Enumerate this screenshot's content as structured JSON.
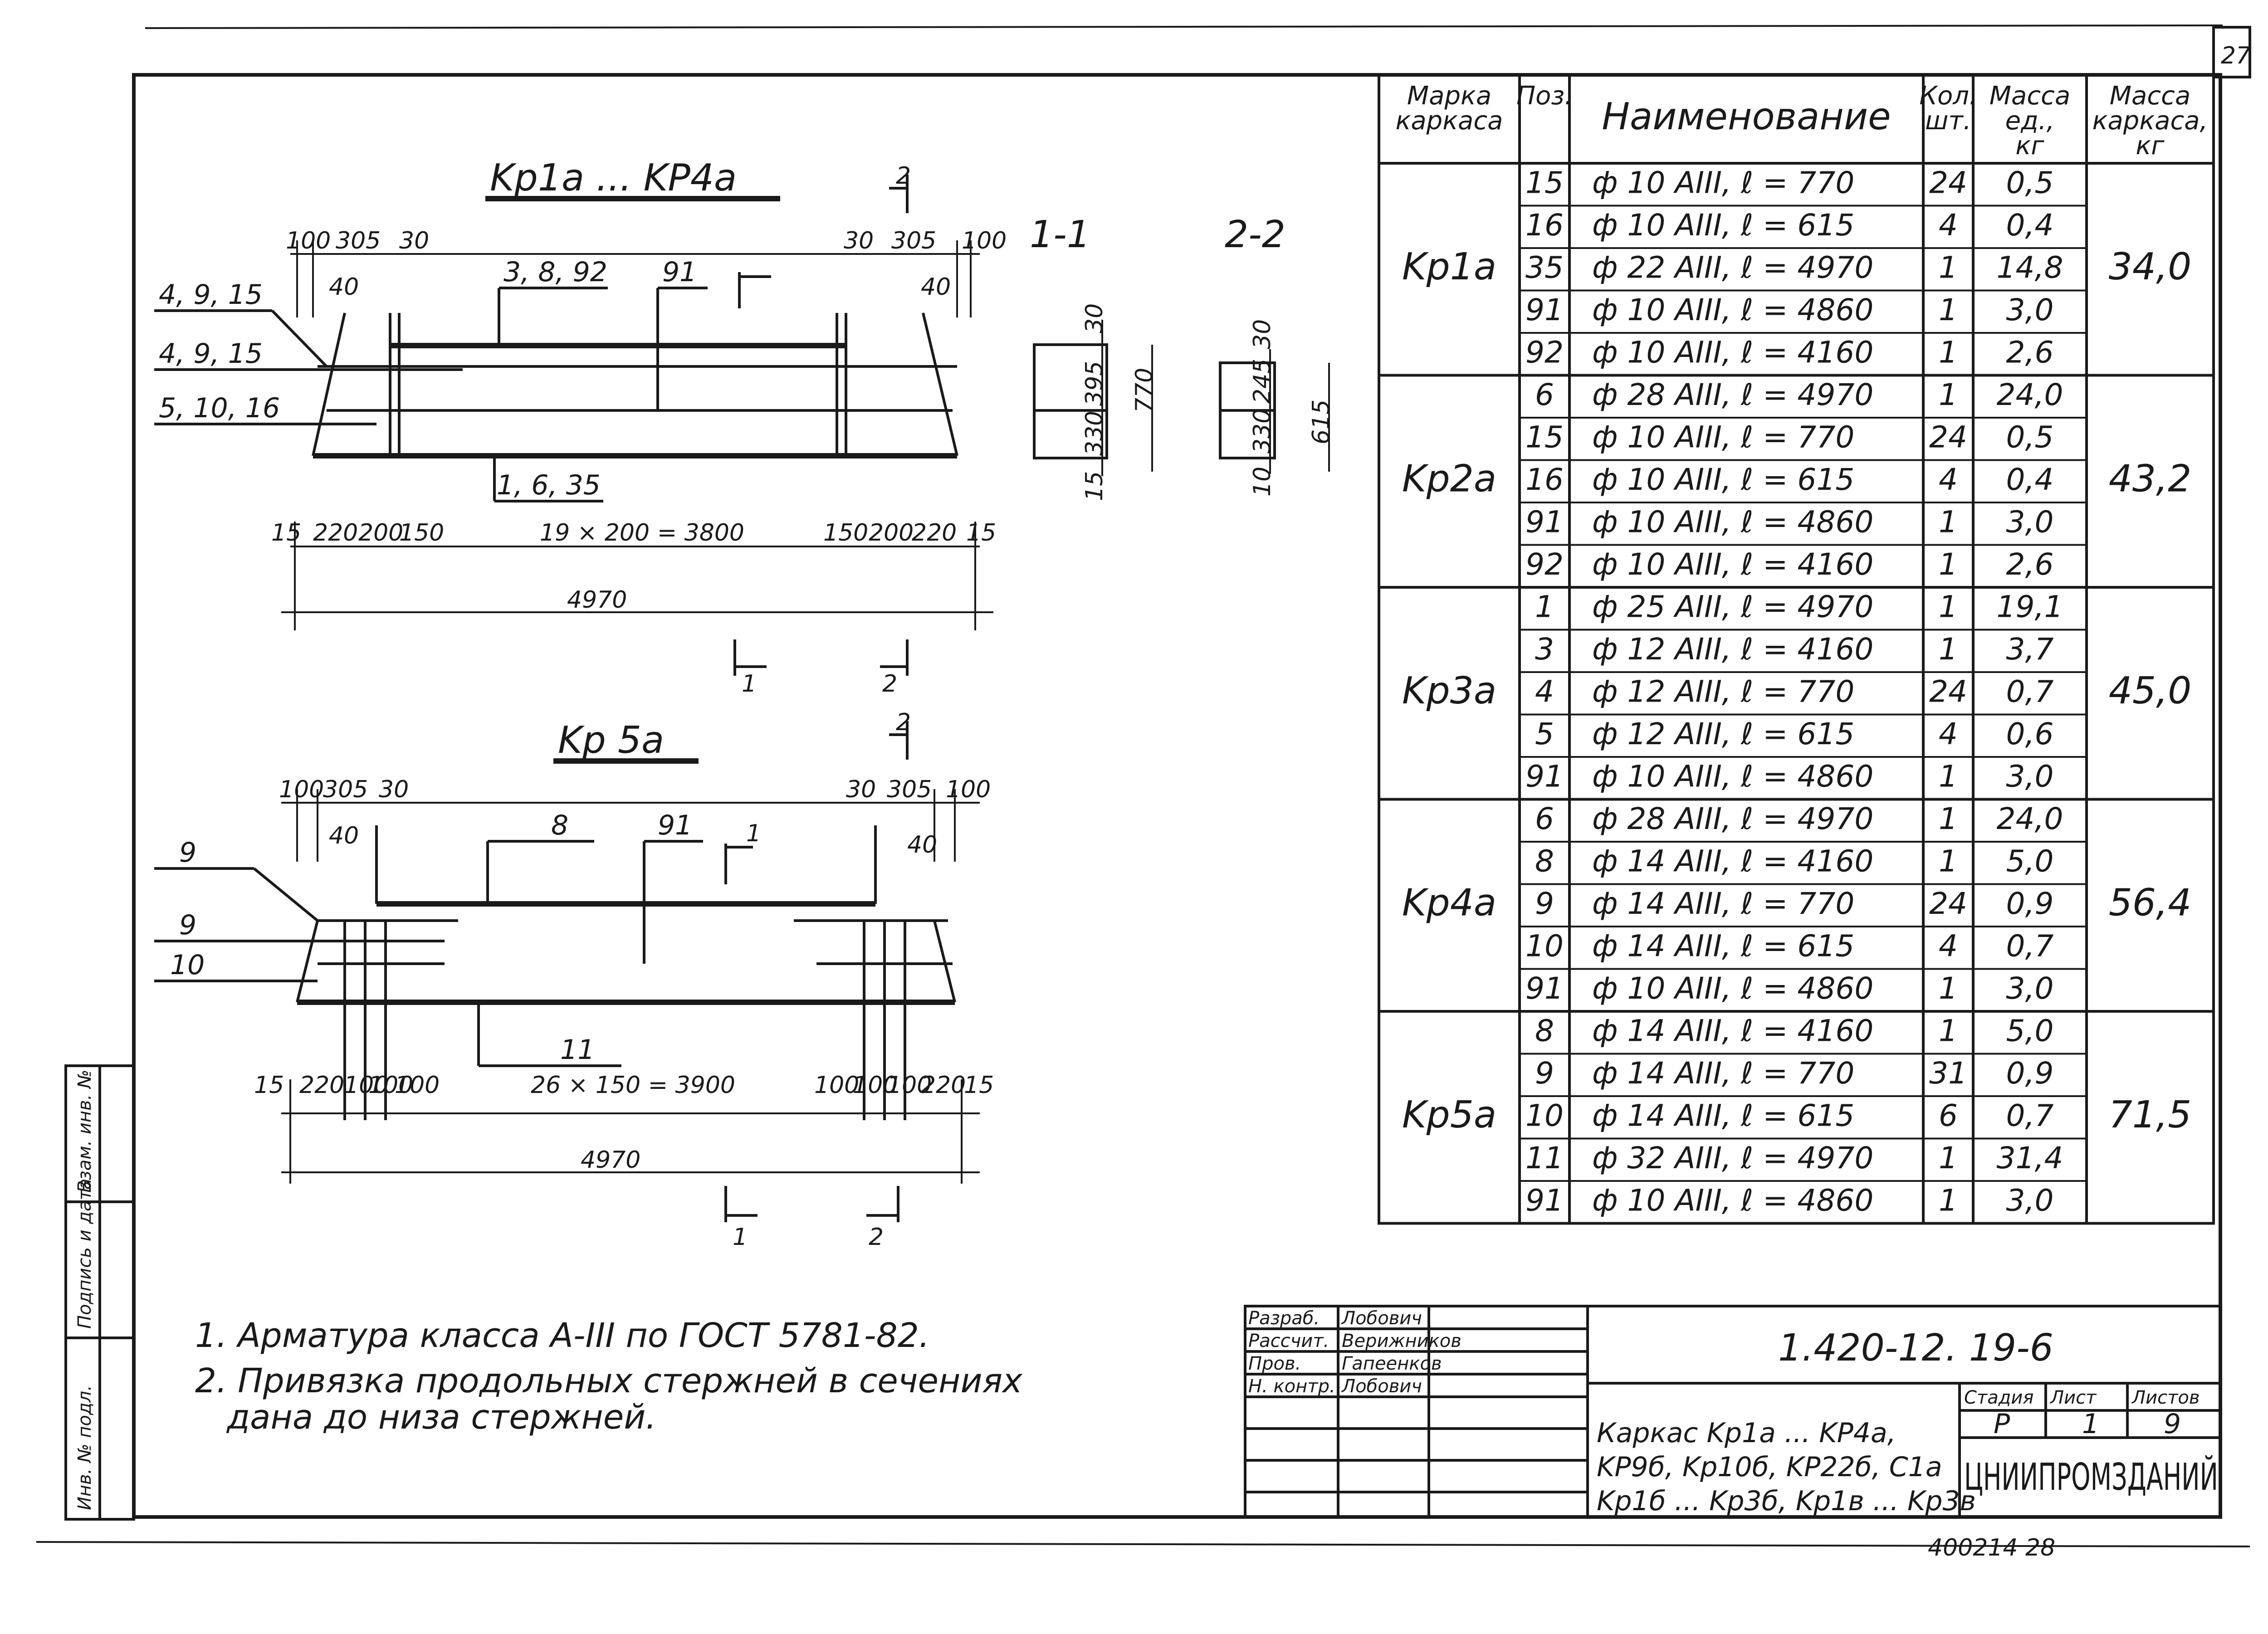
{
  "sheet_number": "27",
  "drawing1": {
    "title": "Kp1a ... KP4a",
    "section_marks": {
      "s1": "1",
      "s2": "2"
    },
    "labels": {
      "a": "4, 9, 15",
      "b": "4, 9, 15",
      "c": "5, 10, 16",
      "d": "3, 8, 92",
      "e": "91",
      "f": "1, 6, 35"
    },
    "dims_top": [
      "100",
      "305",
      "30",
      "40",
      "30",
      "305",
      "100",
      "40"
    ],
    "dims_bottom": [
      "15",
      "220",
      "200",
      "150",
      "19 × 200 = 3800",
      "150",
      "200",
      "220",
      "15"
    ],
    "total": "4970"
  },
  "section_1_1": {
    "title": "1-1",
    "dims": [
      "30",
      "395",
      "330",
      "770",
      "15"
    ]
  },
  "section_2_2": {
    "title": "2-2",
    "dims": [
      "30",
      "245",
      "330",
      "615",
      "10"
    ]
  },
  "drawing2": {
    "title": "Kp 5a",
    "labels": {
      "a": "9",
      "b": "9",
      "c": "10",
      "d": "8",
      "e": "91",
      "f": "11",
      "g": "1"
    },
    "dims_top": [
      "100",
      "305",
      "30",
      "40",
      "30",
      "305",
      "100",
      "40"
    ],
    "dims_bottom": [
      "15",
      "220",
      "100",
      "100",
      "100",
      "26 × 150 = 3900",
      "100",
      "100",
      "100",
      "220",
      "15"
    ],
    "total": "4970",
    "section_marks": {
      "s1": "1",
      "s2": "2",
      "s2top": "2"
    }
  },
  "spec_table": {
    "headers": {
      "mark": "Марка каркаса",
      "pos": "Поз.",
      "name": "Наименование",
      "qty": "Кол. шт.",
      "mass_unit": "Масса ед., кг",
      "mass_total": "Масса каркаса, кг"
    },
    "groups": [
      {
        "mark": "Kp1a",
        "total": "34,0",
        "rows": [
          {
            "pos": "15",
            "name": "ф 10 AIII, ℓ = 770",
            "qty": "24",
            "mass": "0,5"
          },
          {
            "pos": "16",
            "name": "ф 10 AIII, ℓ = 615",
            "qty": "4",
            "mass": "0,4"
          },
          {
            "pos": "35",
            "name": "ф 22 AIII, ℓ = 4970",
            "qty": "1",
            "mass": "14,8"
          },
          {
            "pos": "91",
            "name": "ф 10 AIII, ℓ = 4860",
            "qty": "1",
            "mass": "3,0"
          },
          {
            "pos": "92",
            "name": "ф 10 AIII, ℓ = 4160",
            "qty": "1",
            "mass": "2,6"
          }
        ]
      },
      {
        "mark": "Kp2a",
        "total": "43,2",
        "rows": [
          {
            "pos": "6",
            "name": "ф 28 AIII, ℓ = 4970",
            "qty": "1",
            "mass": "24,0"
          },
          {
            "pos": "15",
            "name": "ф 10 AIII, ℓ = 770",
            "qty": "24",
            "mass": "0,5"
          },
          {
            "pos": "16",
            "name": "ф 10 AIII, ℓ = 615",
            "qty": "4",
            "mass": "0,4"
          },
          {
            "pos": "91",
            "name": "ф 10 AIII, ℓ = 4860",
            "qty": "1",
            "mass": "3,0"
          },
          {
            "pos": "92",
            "name": "ф 10 AIII, ℓ = 4160",
            "qty": "1",
            "mass": "2,6"
          }
        ]
      },
      {
        "mark": "Kp3a",
        "total": "45,0",
        "rows": [
          {
            "pos": "1",
            "name": "ф 25 AIII, ℓ = 4970",
            "qty": "1",
            "mass": "19,1"
          },
          {
            "pos": "3",
            "name": "ф 12 AIII, ℓ = 4160",
            "qty": "1",
            "mass": "3,7"
          },
          {
            "pos": "4",
            "name": "ф 12 AIII, ℓ = 770",
            "qty": "24",
            "mass": "0,7"
          },
          {
            "pos": "5",
            "name": "ф 12 AIII, ℓ = 615",
            "qty": "4",
            "mass": "0,6"
          },
          {
            "pos": "91",
            "name": "ф 10 AIII, ℓ = 4860",
            "qty": "1",
            "mass": "3,0"
          }
        ]
      },
      {
        "mark": "Kp4a",
        "total": "56,4",
        "rows": [
          {
            "pos": "6",
            "name": "ф 28 AIII, ℓ = 4970",
            "qty": "1",
            "mass": "24,0"
          },
          {
            "pos": "8",
            "name": "ф 14 AIII, ℓ = 4160",
            "qty": "1",
            "mass": "5,0"
          },
          {
            "pos": "9",
            "name": "ф 14 AIII, ℓ = 770",
            "qty": "24",
            "mass": "0,9"
          },
          {
            "pos": "10",
            "name": "ф 14 AIII, ℓ = 615",
            "qty": "4",
            "mass": "0,7"
          },
          {
            "pos": "91",
            "name": "ф 10 AIII, ℓ = 4860",
            "qty": "1",
            "mass": "3,0"
          }
        ]
      },
      {
        "mark": "Kp5a",
        "total": "71,5",
        "rows": [
          {
            "pos": "8",
            "name": "ф 14 AIII, ℓ = 4160",
            "qty": "1",
            "mass": "5,0"
          },
          {
            "pos": "9",
            "name": "ф 14 AIII, ℓ = 770",
            "qty": "31",
            "mass": "0,9"
          },
          {
            "pos": "10",
            "name": "ф 14 AIII, ℓ = 615",
            "qty": "6",
            "mass": "0,7"
          },
          {
            "pos": "11",
            "name": "ф 32 AIII, ℓ = 4970",
            "qty": "1",
            "mass": "31,4"
          },
          {
            "pos": "91",
            "name": "ф 10 AIII, ℓ = 4860",
            "qty": "1",
            "mass": "3,0"
          }
        ]
      }
    ]
  },
  "notes": [
    "1. Арматура класса A-III по ГОСТ 5781-82.",
    "2. Привязка продольных стержней в сечениях",
    "дана до низа стержней."
  ],
  "title_block": {
    "roles": [
      "Разраб.",
      "Рассчит.",
      "Пров.",
      "Н. контр."
    ],
    "names": [
      "Лобович",
      "Верижников",
      "Гапеенков",
      "Лобович"
    ],
    "doc_code": "1.420-12. 19-6",
    "description": [
      "Каркас Kp1a ... KP4a,",
      "KP9б, Kp10б, KP22б, C1a",
      "Kp1б ... Kp3б, Kp1в ... Kp3в"
    ],
    "stage_label": "Стадия",
    "stage": "P",
    "sheet_label": "Лист",
    "sheet": "1",
    "sheets_label": "Листов",
    "sheets": "9",
    "organization": "ЦНИИПРОМЗДАНИЙ"
  },
  "side_stamp": [
    "Инв. № подл.",
    "Подпись и дата",
    "Взам. инв. №"
  ],
  "bottom_code": "400214 28"
}
